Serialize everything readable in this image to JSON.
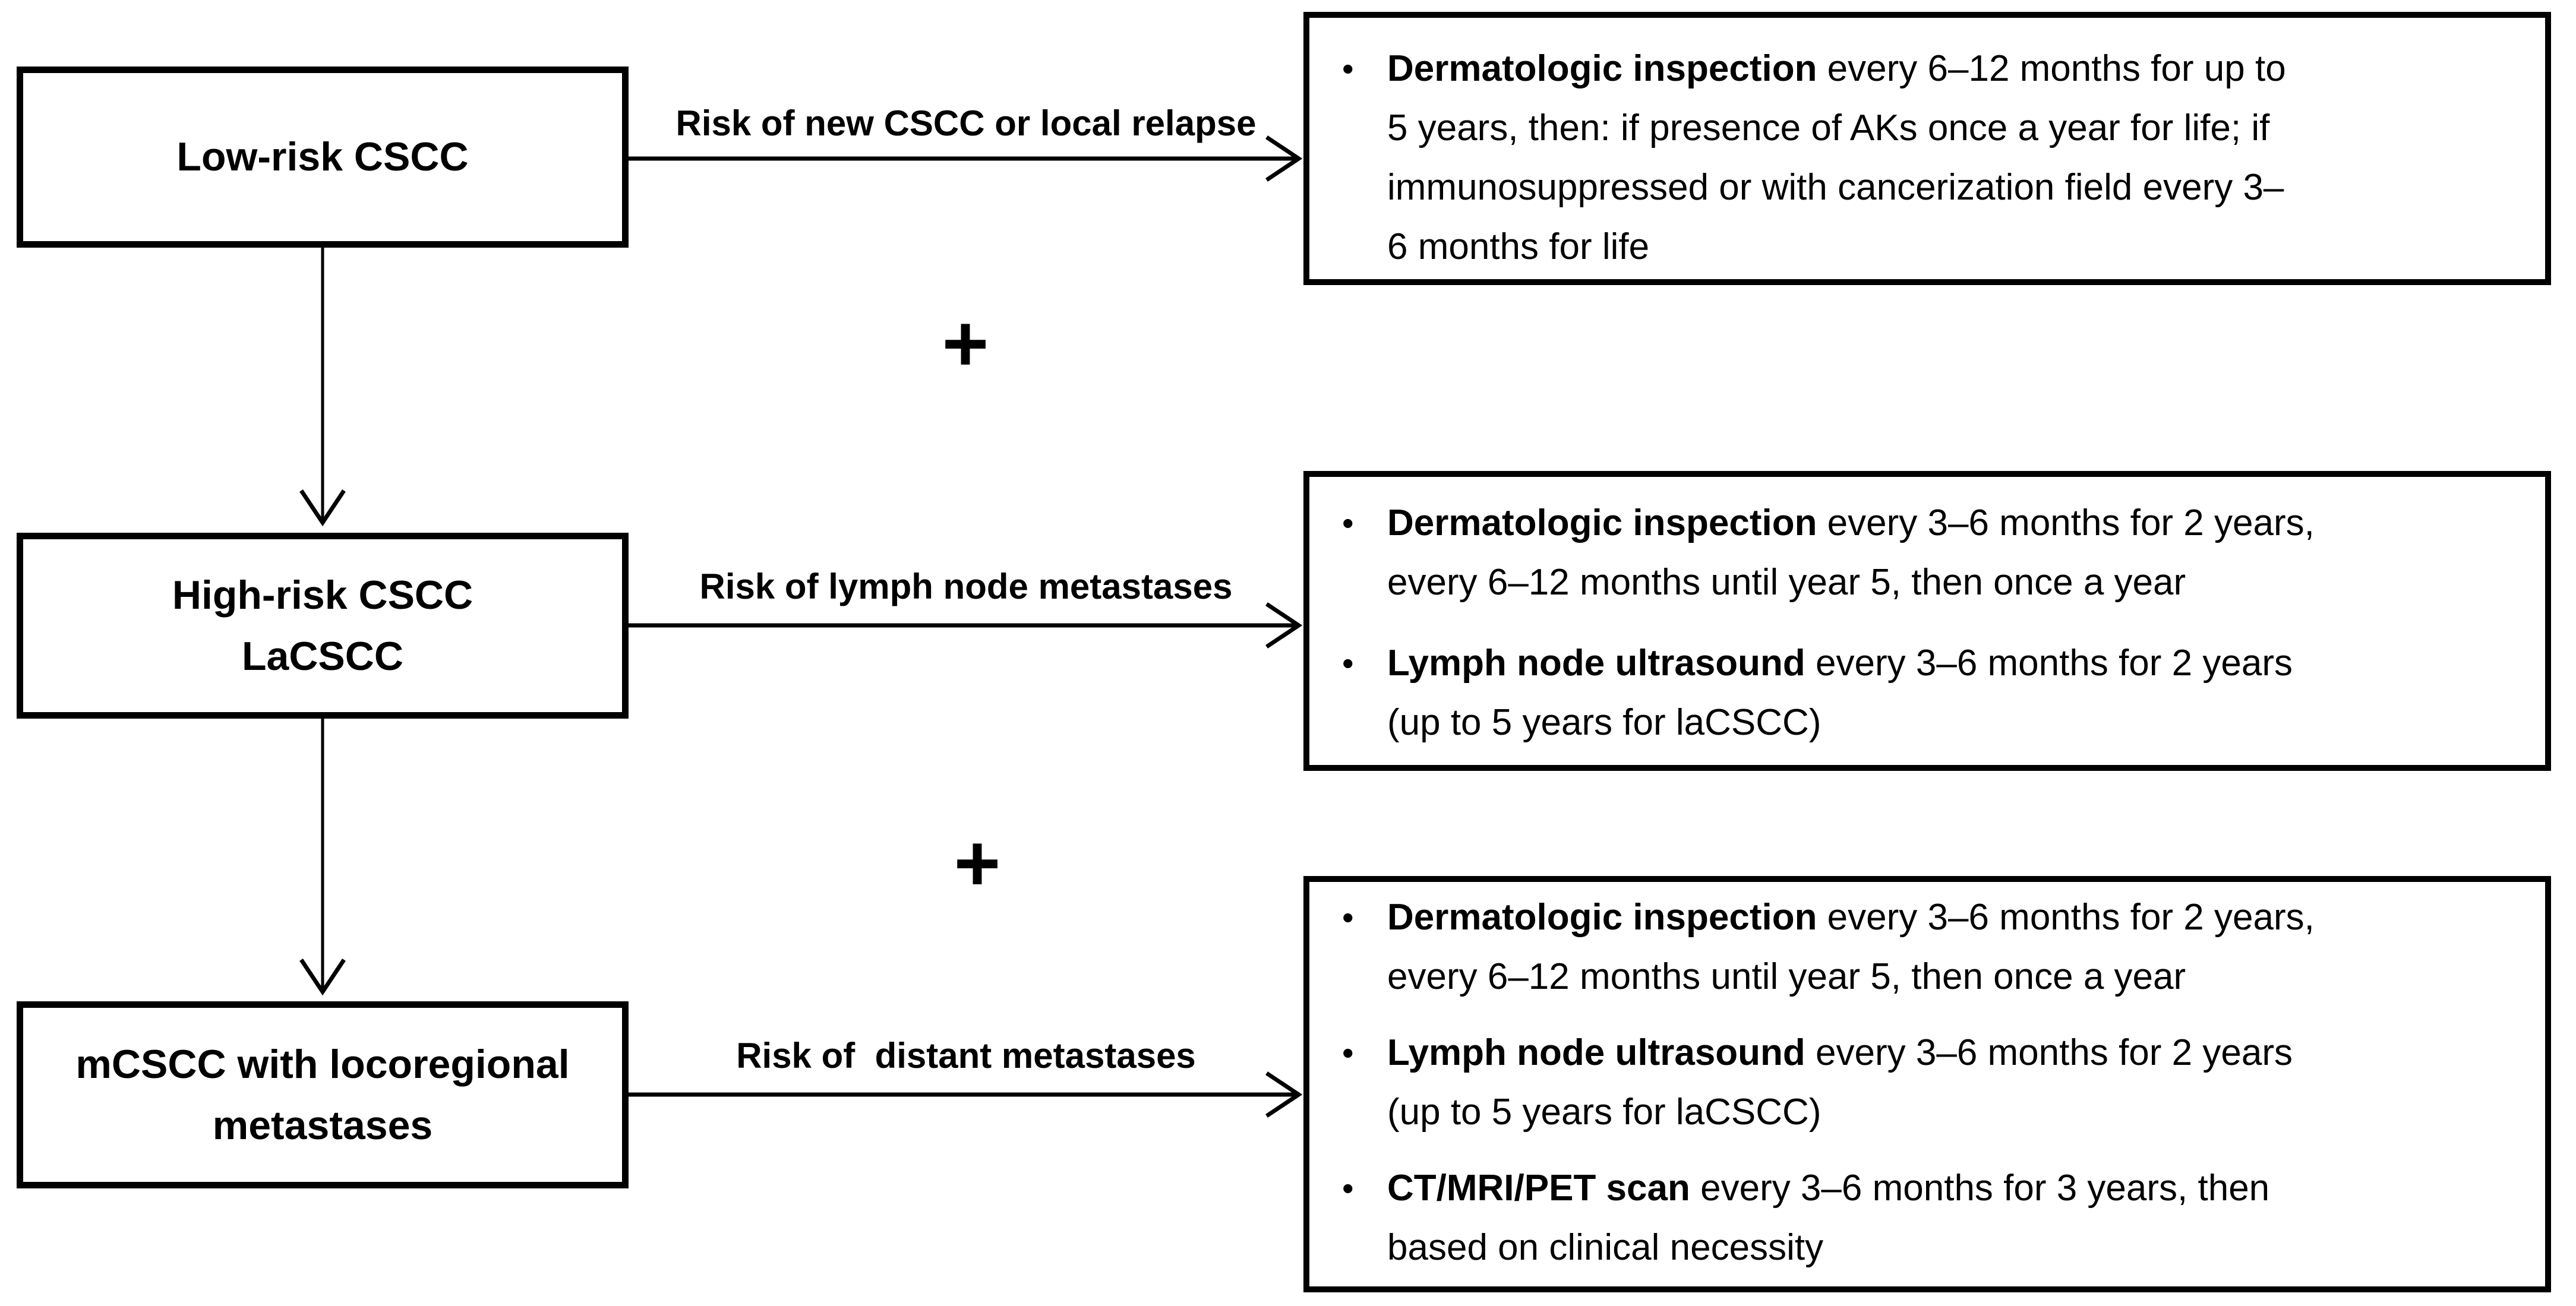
{
  "diagram": {
    "background_color": "#ffffff",
    "ink_color": "#000000",
    "plus_symbol": "+",
    "bullet_glyph": "•",
    "stages": [
      {
        "title": "Low-risk CSCC",
        "arrow_label": "Risk of new CSCC or local relapse",
        "recommendations": [
          {
            "lead": "Dermatologic inspection",
            "rest": " every 6–12 months for up to\n5 years, then: if presence of AKs once a year for life; if\nimmunosuppressed or with cancerization field every 3–\n6 months for life"
          }
        ]
      },
      {
        "title": "High-risk CSCC\nLaCSCC",
        "arrow_label": "Risk of lymph node metastases",
        "recommendations": [
          {
            "lead": "Dermatologic inspection",
            "rest": " every 3–6 months for 2 years,\nevery 6–12 months until year 5, then once a year"
          },
          {
            "lead": "Lymph node ultrasound",
            "rest": " every 3–6 months for 2 years\n(up to 5 years for laCSCC)"
          }
        ]
      },
      {
        "title": "mCSCC with locoregional\nmetastases",
        "arrow_label": "Risk of  distant metastases",
        "recommendations": [
          {
            "lead": "Dermatologic inspection",
            "rest": " every 3–6 months for 2 years,\nevery 6–12 months until year 5, then once a year"
          },
          {
            "lead": "Lymph node ultrasound",
            "rest": " every 3–6 months for 2 years\n(up to 5 years for laCSCC)"
          },
          {
            "lead": "CT/MRI/PET scan",
            "rest": " every 3–6 months for 3 years, then\nbased on clinical necessity"
          }
        ]
      }
    ]
  }
}
